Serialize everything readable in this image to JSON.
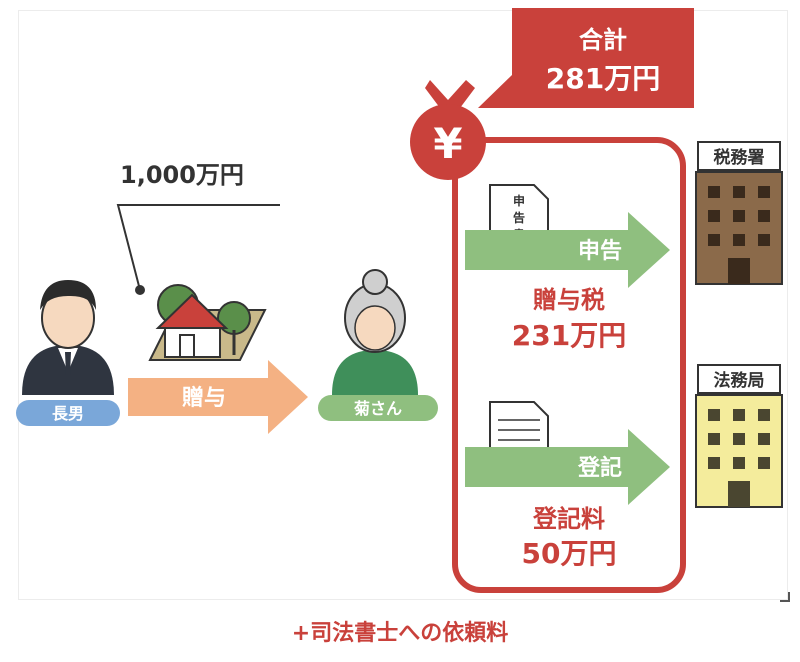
{
  "gift_amount": "1,000万円",
  "total": {
    "label": "合計",
    "amount": "281万円"
  },
  "persons": {
    "son": "長男",
    "kiku": "菊さん"
  },
  "arrows": {
    "gift": "贈与",
    "declare": "申告",
    "register": "登記"
  },
  "document_label": [
    "申",
    "告",
    "書"
  ],
  "money_bag_symbol": "¥",
  "gift_tax": {
    "label": "贈与税",
    "amount": "231万円"
  },
  "registration_fee": {
    "label": "登記料",
    "amount": "50万円"
  },
  "offices": {
    "tax": "税務署",
    "legal": "法務局"
  },
  "footnote": "+司法書士への依頼料",
  "colors": {
    "red": "#c9413b",
    "green": "#8fbf7f",
    "orange": "#f4b183",
    "blue": "#7aa7d9",
    "gray_bubble": "#cfcfcf",
    "brown_building": "#8b6a4a",
    "yellow_building": "#f4ec9c"
  }
}
